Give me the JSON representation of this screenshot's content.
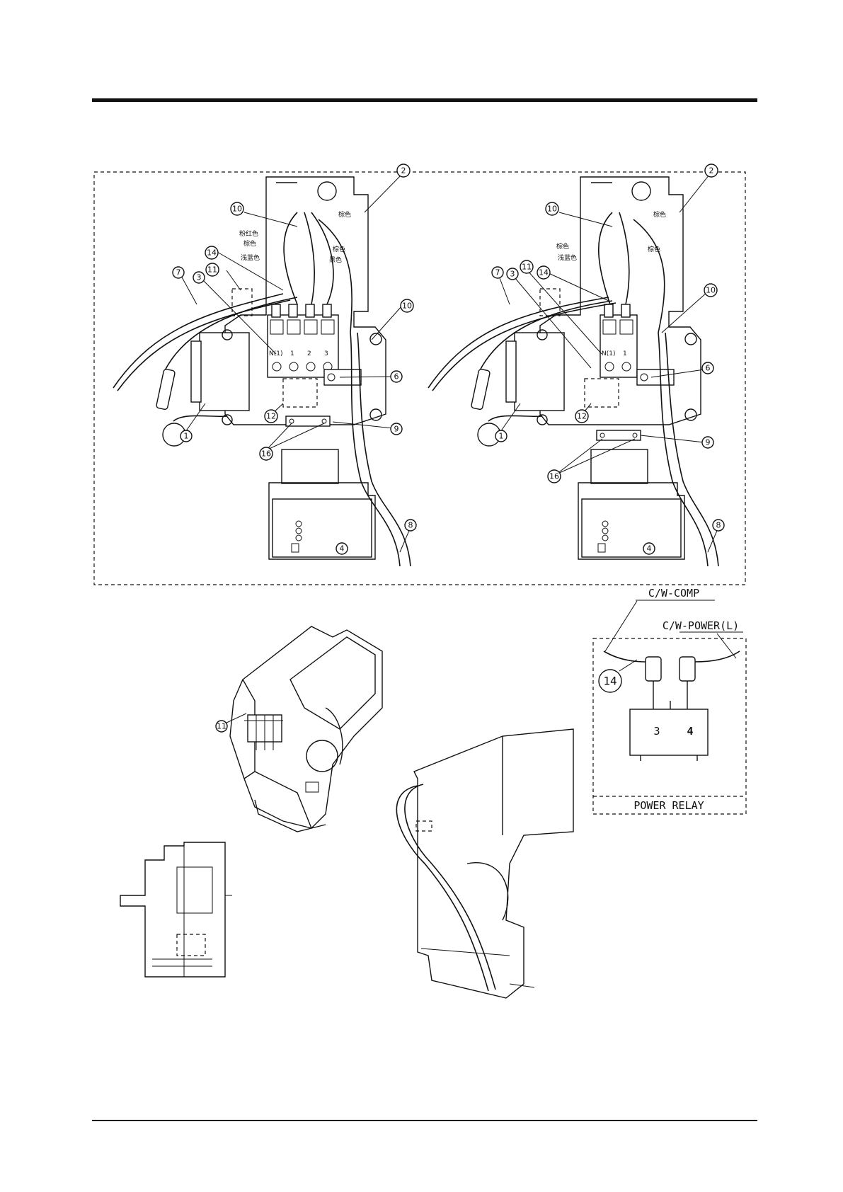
{
  "colors": {
    "ink": "#111111",
    "paper": "#ffffff"
  },
  "left_view": {
    "callouts": [
      "10",
      "2",
      "14",
      "11",
      "3",
      "7",
      "10",
      "6",
      "12",
      "9",
      "1",
      "16",
      "4",
      "8"
    ],
    "terminal_labels": [
      "N(1)",
      "1",
      "2",
      "3"
    ],
    "wire_colors": [
      "棕色",
      "粉红色",
      "棕色",
      "浅蓝色",
      "棕色",
      "黑色"
    ]
  },
  "right_view": {
    "callouts": [
      "10",
      "2",
      "11",
      "3",
      "7",
      "14",
      "10",
      "6",
      "12",
      "9",
      "1",
      "16",
      "4",
      "8"
    ],
    "terminal_labels": [
      "N(1)",
      "1"
    ],
    "wire_colors": [
      "棕色",
      "棕色",
      "浅蓝色",
      "棕色"
    ]
  },
  "bottom": {
    "callout_11": "11"
  },
  "relay_detail": {
    "comp_label": "C/W-COMP",
    "power_label": "C/W-POWER(L)",
    "callout": "14",
    "pin_3": "3",
    "pin_4": "4",
    "title": "POWER RELAY"
  }
}
